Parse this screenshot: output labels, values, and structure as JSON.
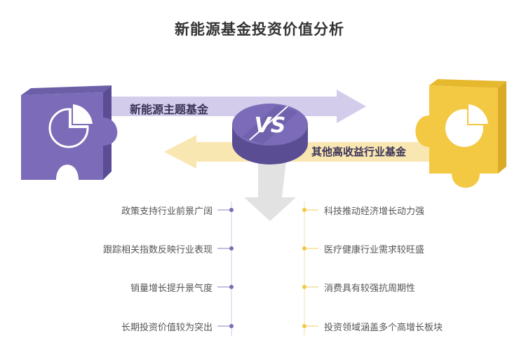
{
  "title": "新能源基金投资价值分析",
  "left": {
    "name": "新能源主题基金",
    "color": "#7b6bb8",
    "items": [
      "政策支持行业前景广阔",
      "跟踪相关指数反映行业表现",
      "销量增长提升景气度",
      "长期投资价值较为突出"
    ]
  },
  "right": {
    "name": "其他高收益行业基金",
    "color": "#f3c842",
    "items": [
      "科技推动经济增长动力强",
      "医疗健康行业需求较旺盛",
      "消费具有较强抗周期性",
      "投资领域涵盖多个高增长板块"
    ]
  },
  "vs": "VS"
}
